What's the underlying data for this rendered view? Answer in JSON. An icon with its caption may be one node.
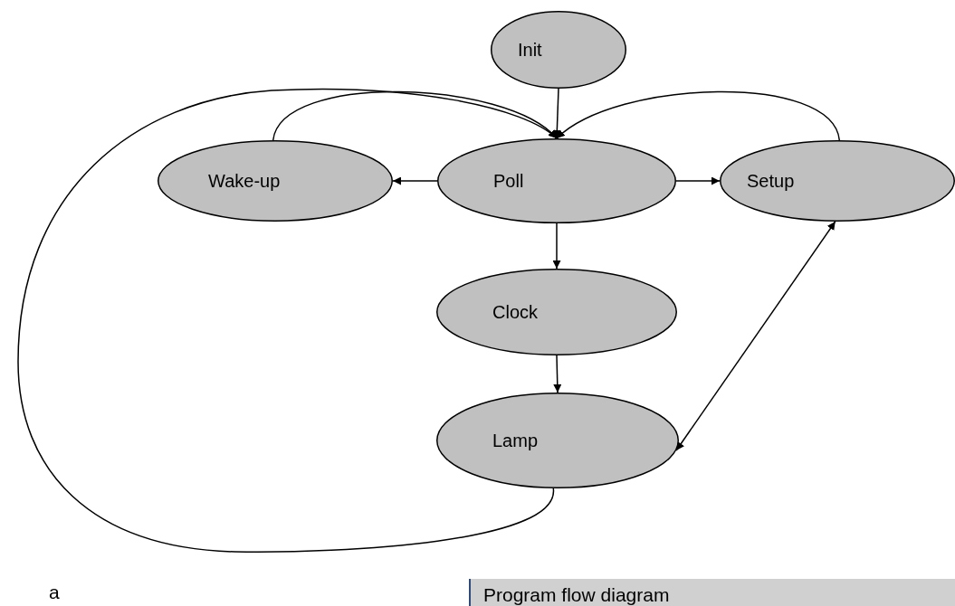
{
  "diagram": {
    "caption": "Program flow diagram",
    "nodes": [
      {
        "text": [
          "Init"
        ]
      },
      {
        "text": [
          "Wake-up"
        ]
      },
      {
        "text": [
          "Poll"
        ]
      },
      {
        "text": [
          "Setup"
        ]
      },
      {
        "text": [
          "Clock"
        ]
      },
      {
        "text": [
          "Lamp"
        ]
      }
    ],
    "edges": [
      {
        "from": 0,
        "to": 2,
        "arrow": "to"
      },
      {
        "from": 1,
        "to": 2,
        "arrow": "to"
      },
      {
        "from": 3,
        "to": 2,
        "arrow": "to"
      },
      {
        "from": 5,
        "to": 2,
        "arrow": "to"
      },
      {
        "from": 2,
        "to": 1,
        "arrow": "to"
      },
      {
        "from": 2,
        "to": 3,
        "arrow": "to"
      },
      {
        "from": 2,
        "to": 4,
        "arrow": "to"
      },
      {
        "from": 4,
        "to": 5,
        "arrow": "to"
      },
      {
        "from": 3,
        "to": 5,
        "arrow": "both"
      }
    ],
    "labels": [
      "a"
    ]
  }
}
